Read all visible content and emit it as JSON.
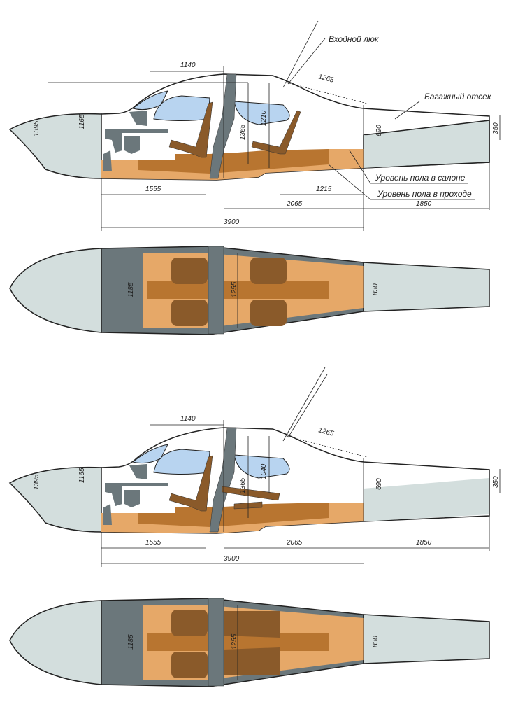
{
  "colors": {
    "cone": "#d3dedd",
    "glass": "#b8d4f0",
    "frame": "#6b777b",
    "floor": "#e6a868",
    "floor_dark": "#b87530",
    "seat": "#8a5a2a"
  },
  "side_view_1": {
    "dims": {
      "d1140": "1140",
      "d1265": "1265",
      "d1395": "1395",
      "d1165": "1165",
      "d1365": "1365",
      "d1210": "1210",
      "d690": "690",
      "d350": "350",
      "d1555": "1555",
      "d1215": "1215",
      "d2065": "2065",
      "d1850": "1850",
      "d3900": "3900"
    },
    "callouts": {
      "hatch": "Входной люк",
      "baggage": "Багажный отсек",
      "cabin_floor": "Уровень пола в салоне",
      "aisle_floor": "Уровень пола в проходе"
    }
  },
  "top_view_1": {
    "dims": {
      "d1185": "1185",
      "d1255": "1255",
      "d830": "830"
    }
  },
  "side_view_2": {
    "dims": {
      "d1140": "1140",
      "d1265": "1265",
      "d1395": "1395",
      "d1165": "1165",
      "d1365": "1365",
      "d1040": "1040",
      "d690": "690",
      "d350": "350",
      "d1555": "1555",
      "d2065": "2065",
      "d1850": "1850",
      "d3900": "3900"
    }
  },
  "top_view_2": {
    "dims": {
      "d1185": "1185",
      "d1255": "1255",
      "d830": "830"
    }
  }
}
